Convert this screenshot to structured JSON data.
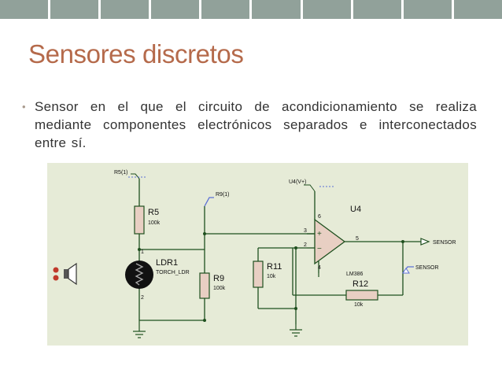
{
  "slide": {
    "title": "Sensores discretos",
    "bullet": "Sensor en el que el circuito de acondicionamiento se realiza mediante componentes electrónicos separados e interconectados entre sí."
  },
  "circuit": {
    "background": "#e6ebd7",
    "wire_color": "#1e4f1e",
    "label_r5_1": "R5(1)",
    "label_r9_1": "R9(1)",
    "label_u4": "U4(V+)",
    "r5": "R5",
    "r5_val": "100k",
    "ldr": "LDR1",
    "ldr_sub": "TORCH_LDR",
    "r9": "R9",
    "r9_val": "100k",
    "r11": "R11",
    "r11_val": "10k",
    "u4": "U4",
    "lm": "LM386",
    "r12": "R12",
    "r12_val": "10k",
    "sensor_out": "SENSOR",
    "sensor_probe": "SENSOR",
    "pin_3": "3",
    "pin_2": "2",
    "pin_5": "5",
    "pin_6": "6",
    "pin_4": "4",
    "pin_1a": "1",
    "pin_2a": "2"
  }
}
